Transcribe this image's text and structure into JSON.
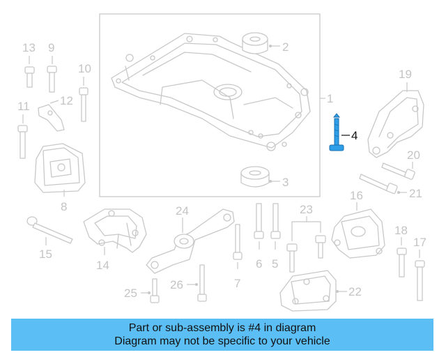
{
  "banner": {
    "line1": "Part or sub-assembly is #4 in diagram",
    "line2": "Diagram may not be specific to your vehicle"
  },
  "highlighted_part": "4",
  "colors": {
    "banner": "#5bbef5",
    "highlight": "#2e9ee8",
    "part_line": "#c8c8c8",
    "callout_text": "#c4c4c4"
  },
  "callouts": {
    "c1": "1",
    "c2": "2",
    "c3": "3",
    "c4": "4",
    "c5": "5",
    "c6": "6",
    "c7": "7",
    "c8": "8",
    "c9": "9",
    "c10": "10",
    "c11": "11",
    "c12": "12",
    "c13": "13",
    "c14": "14",
    "c15": "15",
    "c16": "16",
    "c17": "17",
    "c18": "18",
    "c19": "19",
    "c20": "20",
    "c21": "21",
    "c22": "22",
    "c23": "23",
    "c24": "24",
    "c25": "25",
    "c26": "26"
  }
}
